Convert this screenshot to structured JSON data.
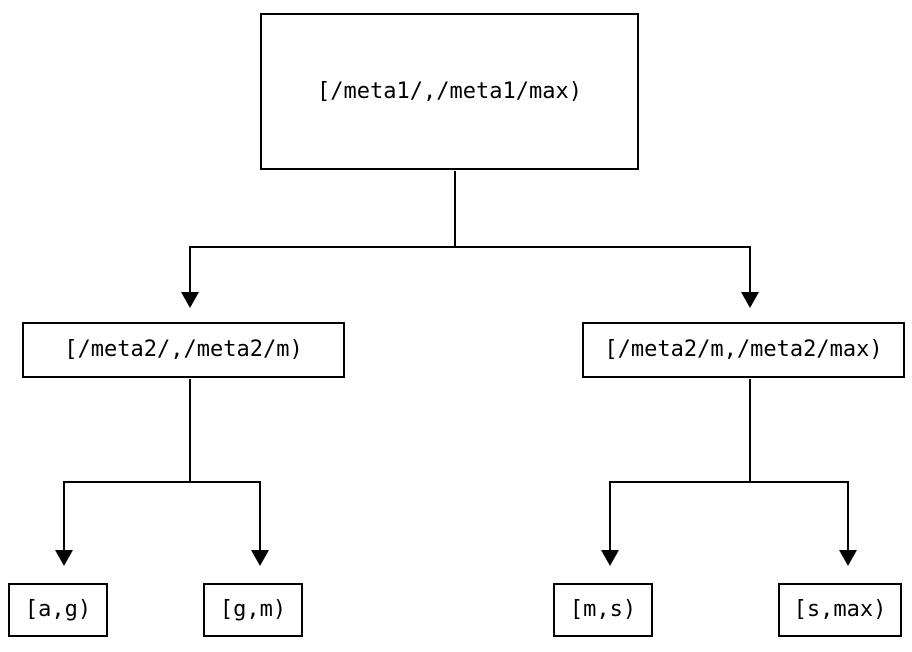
{
  "diagram": {
    "type": "tree",
    "colors": {
      "background": "#ffffff",
      "line": "#000000",
      "text": "#000000"
    },
    "nodes": {
      "root": {
        "label": "[/meta1/,/meta1/max)"
      },
      "level2_left": {
        "label": "[/meta2/,/meta2/m)"
      },
      "level2_right": {
        "label": "[/meta2/m,/meta2/max)"
      },
      "leaf_a_g": {
        "label": "[a,g)"
      },
      "leaf_g_m": {
        "label": "[g,m)"
      },
      "leaf_m_s": {
        "label": "[m,s)"
      },
      "leaf_s_max": {
        "label": "[s,max)"
      }
    },
    "edges": [
      {
        "from": "root",
        "to": "level2_left"
      },
      {
        "from": "root",
        "to": "level2_right"
      },
      {
        "from": "level2_left",
        "to": "leaf_a_g"
      },
      {
        "from": "level2_left",
        "to": "leaf_g_m"
      },
      {
        "from": "level2_right",
        "to": "leaf_m_s"
      },
      {
        "from": "level2_right",
        "to": "leaf_s_max"
      }
    ]
  }
}
